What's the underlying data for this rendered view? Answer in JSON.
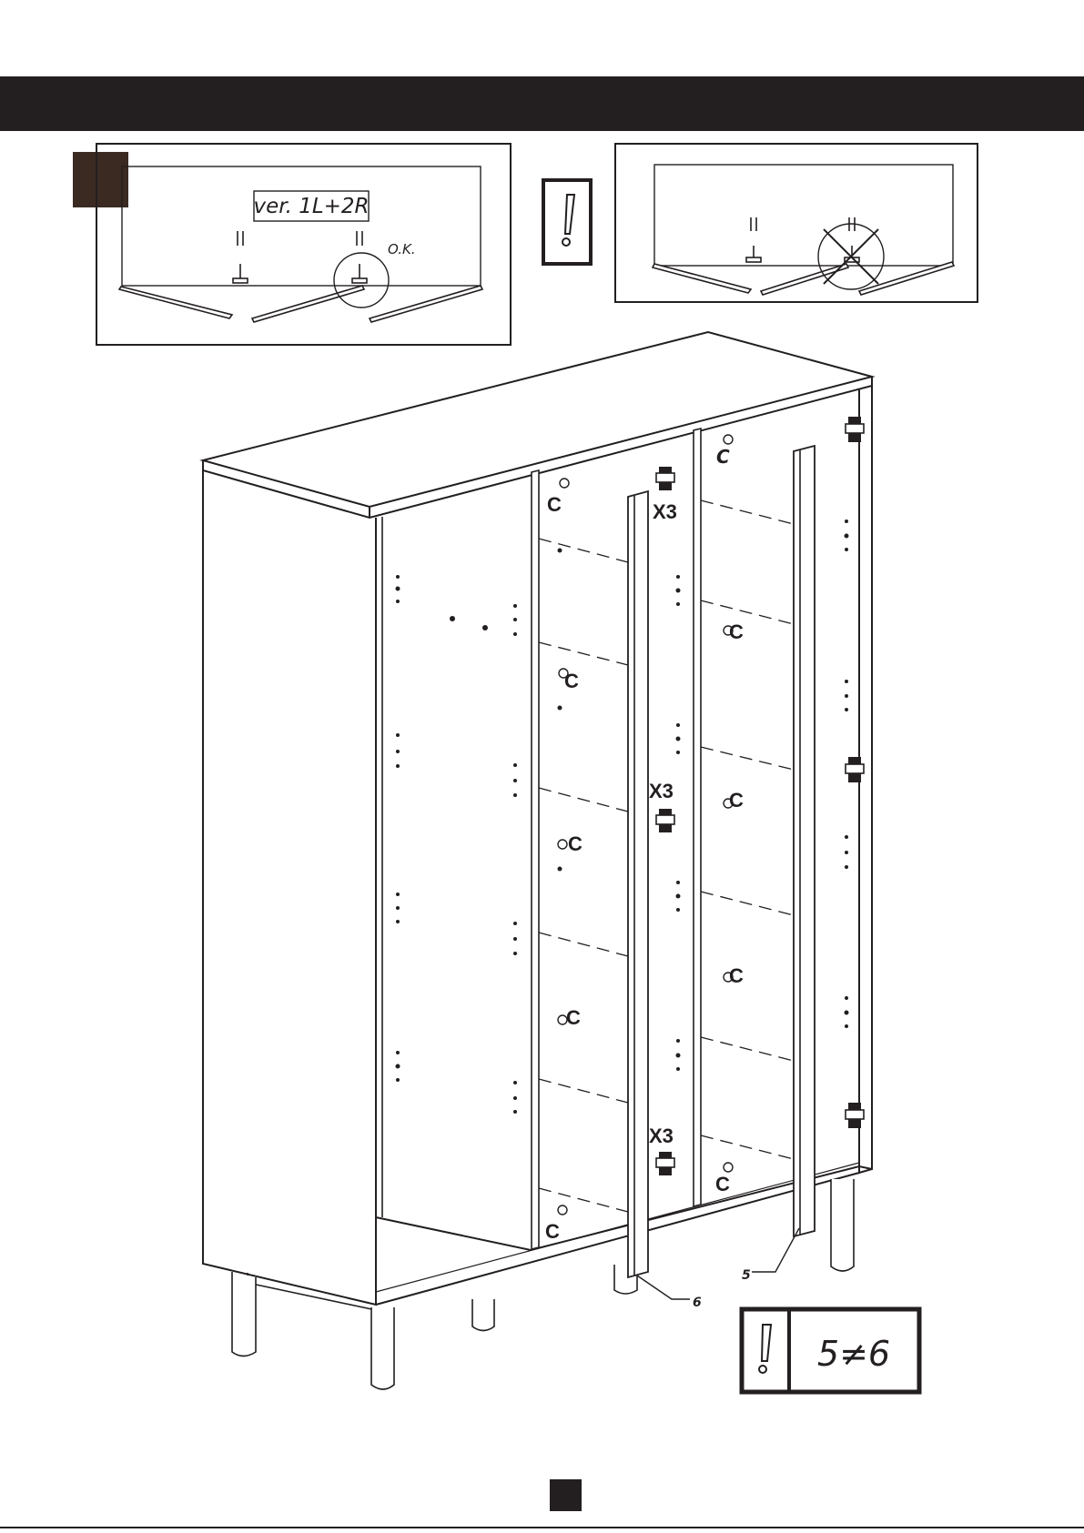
{
  "header": {
    "color": "#231f20"
  },
  "detail_ok": {
    "version_label": "ver. 1L+2R",
    "ok_label": "O.K."
  },
  "warning_icon": "exclamation-icon",
  "detail_wrong": {
    "mark": "cross-icon"
  },
  "callouts": {
    "connector_label": "C",
    "count_label": "X3",
    "part_5": "5",
    "part_6": "6"
  },
  "note_box": {
    "icon": "exclamation-icon",
    "text": "5≠6"
  },
  "colors": {
    "ink": "#231f20",
    "badge": "#3a2a22",
    "panel": "#ffffff"
  }
}
